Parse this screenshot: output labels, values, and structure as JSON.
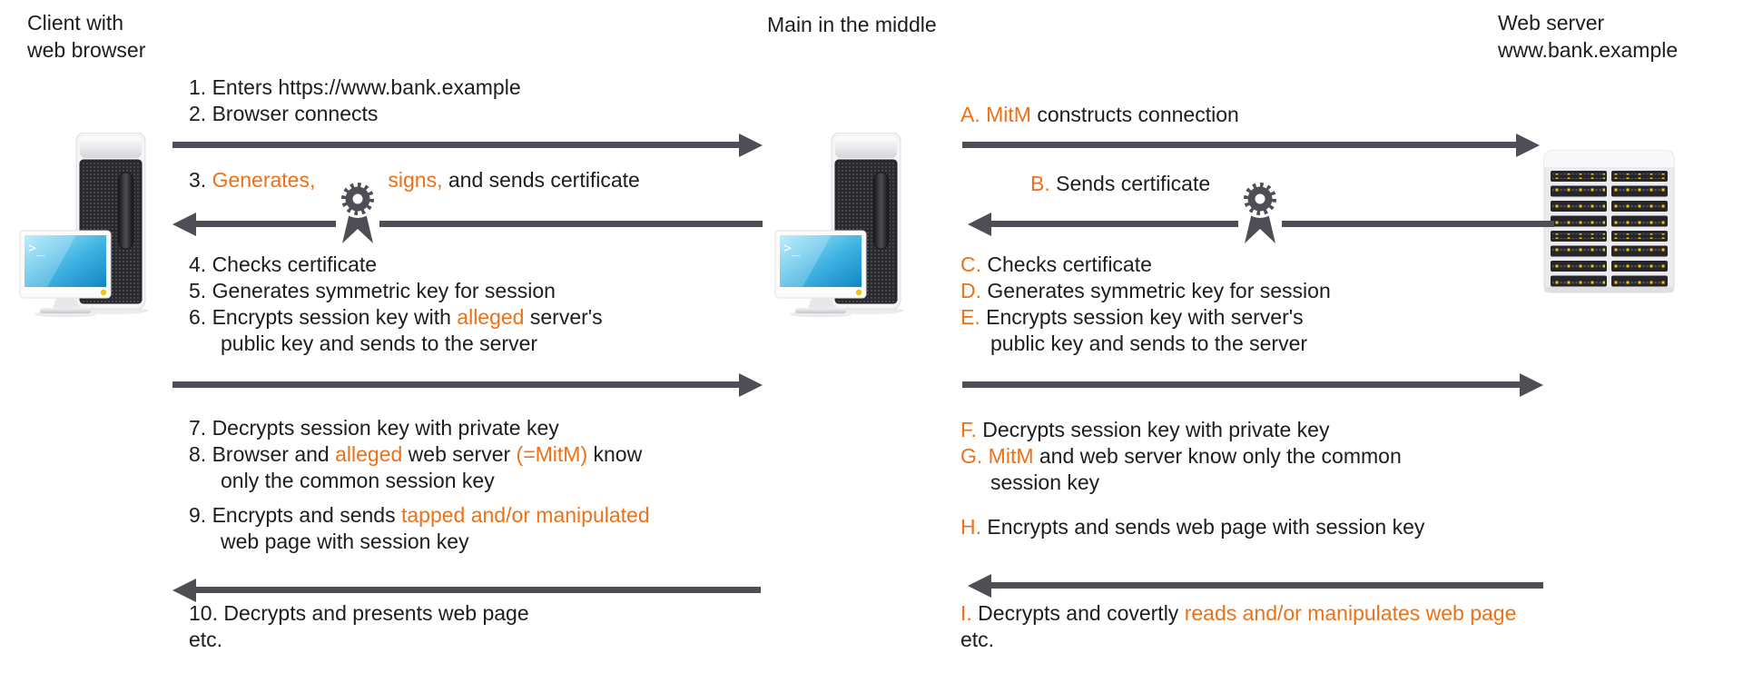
{
  "colors": {
    "accent_orange": "#ed7117",
    "arrow_gray": "#4f4e57",
    "text_dark": "#1d1d1f",
    "screen_blue": "#2fa9dd",
    "led_yellow": "#f3c40f"
  },
  "entities": {
    "client": {
      "line1": "Client with",
      "line2": "web browser"
    },
    "mitm": {
      "label": "Main in the middle"
    },
    "server": {
      "line1": "Web server",
      "line2": "www.bank.example"
    }
  },
  "icons": {
    "client": "client-computer-icon",
    "mitm": "mitm-computer-icon",
    "server": "server-rack-icon",
    "certificate": "certificate-seal-icon",
    "terminal_prompt": ">_"
  },
  "client_flow": {
    "step1": "1. Enters https://www.bank.example",
    "step2": "2. Browser connects",
    "step3_prefix": "3. ",
    "step3_generates": "Generates,",
    "step3_signs": "signs,",
    "step3_suffix": " and sends certificate",
    "step4": "4. Checks certificate",
    "step5": "5. Generates symmetric key for session",
    "step6_a": "6. Encrypts session key with ",
    "step6_alleged": "alleged",
    "step6_b": " server's",
    "step6_cont": "public key and sends to the server",
    "step7": "7. Decrypts session key with private key",
    "step8_a": "8. Browser and ",
    "step8_alleged": "alleged",
    "step8_b": " web server ",
    "step8_mitm": "(=MitM)",
    "step8_c": " know",
    "step8_cont": "only the common session key",
    "step9_a": "9. Encrypts and sends ",
    "step9_accent": "tapped and/or manipulated",
    "step9_cont": "web page with session key",
    "step10": "10. Decrypts and presents web page",
    "step10_etc": "etc."
  },
  "mitm_flow": {
    "a_accent": "A. MitM",
    "a_rest": " constructs connection",
    "b_accent": "B.",
    "b_rest": " Sends certificate",
    "c_accent": "C.",
    "c_rest": " Checks certificate",
    "d_accent": "D.",
    "d_rest": " Generates symmetric key for session",
    "e_accent": "E.",
    "e_rest": " Encrypts session key with server's",
    "e_cont": "public key and sends to the server",
    "f_accent": "F.",
    "f_rest": " Decrypts session key with private key",
    "g_accent": "G. MitM",
    "g_rest": " and web server know only the common",
    "g_cont": "session key",
    "h_accent": "H.",
    "h_rest": " Encrypts and sends web page with session key",
    "i_accent": "I.",
    "i_mid": " Decrypts and covertly ",
    "i_accent2": "reads and/or manipulates web page",
    "i_etc": "etc."
  }
}
